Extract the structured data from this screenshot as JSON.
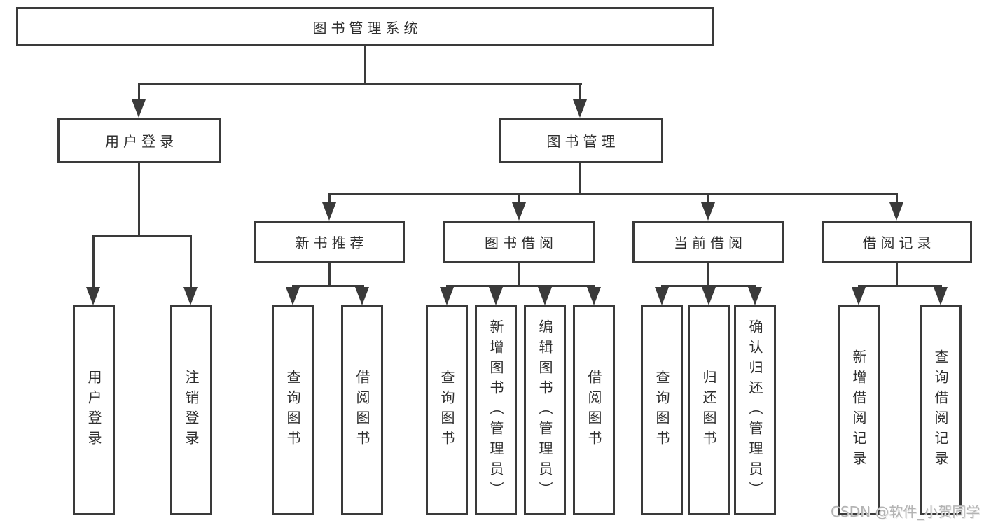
{
  "diagram": {
    "root_label": "图书管理系统",
    "branches": [
      {
        "label": "用户登录",
        "children": [
          "用户登录",
          "注销登录"
        ]
      },
      {
        "label": "图书管理",
        "sections": [
          {
            "label": "新书推荐",
            "children": [
              "查询图书",
              "借阅图书"
            ]
          },
          {
            "label": "图书借阅",
            "children": [
              "查询图书",
              "新增图书（管理员）",
              "编辑图书（管理员）",
              "借阅图书"
            ]
          },
          {
            "label": "当前借阅",
            "children": [
              "查询图书",
              "归还图书",
              "确认归还（管理员）"
            ]
          },
          {
            "label": "借阅记录",
            "children": [
              "新增借阅记录",
              "查询借阅记录"
            ]
          }
        ]
      }
    ]
  },
  "watermark": "CSDN @软件_小贺同学",
  "colors": {
    "line": "#3a3a3a",
    "text": "#2e2e2e",
    "watermark": "#b3b3b3",
    "background": "#ffffff"
  }
}
